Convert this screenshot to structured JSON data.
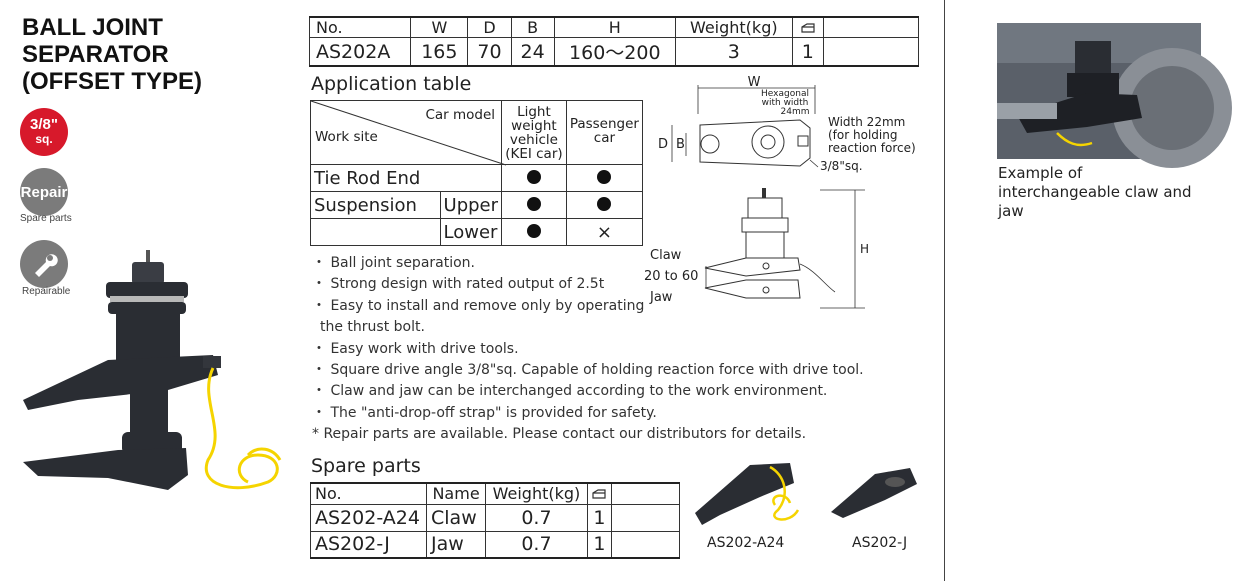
{
  "title": {
    "line1": "BALL JOINT",
    "line2": "SEPARATOR",
    "line3": "(OFFSET TYPE)"
  },
  "badges": {
    "drive": {
      "line1": "3/8\"",
      "line2": "sq."
    },
    "repair": {
      "label": "Repair",
      "caption": "Spare parts"
    },
    "repairable": {
      "caption": "Repairable"
    }
  },
  "spec_table": {
    "headers": [
      "No.",
      "W",
      "D",
      "B",
      "H",
      "Weight(kg)",
      "box-icon",
      ""
    ],
    "row": [
      "AS202A",
      "165",
      "70",
      "24",
      "160～200",
      "3",
      "1",
      ""
    ]
  },
  "application": {
    "title": "Application table",
    "corner_top": "Car model",
    "corner_bottom": "Work site",
    "col_light": "Light weight vehicle (KEI car)",
    "col_passenger": "Passenger car",
    "rows": [
      {
        "site": "Tie Rod End",
        "sub": "",
        "light": "dot",
        "passenger": "dot"
      },
      {
        "site": "Suspension",
        "sub": "Upper",
        "light": "dot",
        "passenger": "dot"
      },
      {
        "site": "",
        "sub": "Lower",
        "light": "dot",
        "passenger": "×"
      }
    ]
  },
  "diagram": {
    "w": "W",
    "d": "D",
    "b": "B",
    "h": "H",
    "hex1": "Hexagonal",
    "hex2": "with width",
    "hex3": "24mm",
    "width1": "Width 22mm",
    "width2": "(for holding",
    "width3": "reaction force)",
    "sq": "3/8\"sq.",
    "claw": "Claw",
    "range": "20 to 60",
    "jaw": "Jaw"
  },
  "features": [
    "・ Ball joint separation.",
    "・ Strong design with rated output of 2.5t",
    "・ Easy to install and remove only by operating",
    "   the thrust bolt.",
    "・ Easy work with drive tools.",
    "・ Square drive angle 3/8\"sq. Capable of holding reaction force with drive tool.",
    "・ Claw and jaw can be interchanged according to the work environment.",
    "・ The \"anti-drop-off strap\" is provided for safety.",
    "* Repair parts are available. Please contact our distributors for details."
  ],
  "spare_parts": {
    "title": "Spare parts",
    "headers": [
      "No.",
      "Name",
      "Weight(kg)",
      "box-icon",
      ""
    ],
    "rows": [
      [
        "AS202-A24",
        "Claw",
        "0.7",
        "1",
        ""
      ],
      [
        "AS202-J",
        "Jaw",
        "0.7",
        "1",
        ""
      ]
    ],
    "labels": [
      "AS202-A24",
      "AS202-J"
    ]
  },
  "photo_caption": {
    "line1": "Example of",
    "line2": "interchangeable claw and",
    "line3": "jaw"
  },
  "colors": {
    "accent_red": "#d7192b",
    "badge_gray": "#7b7b7b",
    "tool_black": "#2a2d33",
    "strap_yellow": "#f5d400"
  }
}
